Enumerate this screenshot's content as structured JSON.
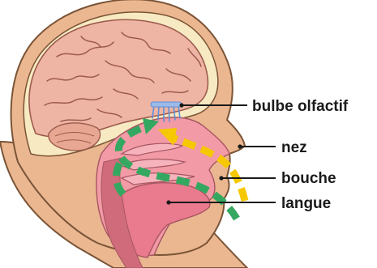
{
  "labels": {
    "olfactory_bulb": "bulbe olfactif",
    "nose": "nez",
    "mouth": "bouche",
    "tongue": "langue"
  },
  "colors": {
    "skin": "#ebb791",
    "skin_outline": "#7a5436",
    "skull": "#f7eac2",
    "brain": "#efb5a4",
    "brain_folds": "#9c5b4e",
    "mucosa": "#f29aa5",
    "tongue": "#ea7a8d",
    "throat": "#cf6b7a",
    "olfactory_nerve": "#5f8fd8",
    "airflow_mouth": "#34a860",
    "airflow_nose": "#f6c800",
    "leader_line": "#1a1a1a"
  }
}
